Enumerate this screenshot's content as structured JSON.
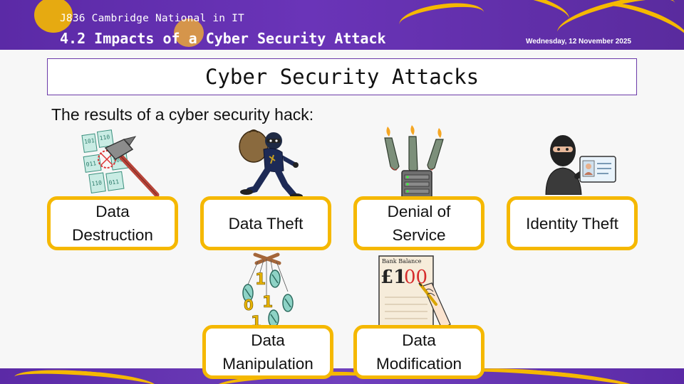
{
  "header": {
    "course": "J836 Cambridge National in IT",
    "topic": "4.2 Impacts of a Cyber Security Attack",
    "date": "Wednesday, 12 November 2025"
  },
  "slide": {
    "title": "Cyber Security Attacks",
    "intro": "The results of a cyber security hack:"
  },
  "cards": [
    {
      "label": "Data Destruction",
      "icon": "hammer-smashing-binary-icon"
    },
    {
      "label": "Data Theft",
      "icon": "burglar-with-sack-icon"
    },
    {
      "label": "Denial of Service",
      "icon": "missiles-hitting-server-icon"
    },
    {
      "label": "Identity Theft",
      "icon": "masked-thief-with-id-card-icon"
    },
    {
      "label": "Data Manipulation",
      "icon": "puppet-binary-digits-icon"
    },
    {
      "label": "Data Modification",
      "icon": "bank-balance-edit-icon"
    }
  ],
  "bank_note": {
    "caption": "Bank Balance",
    "amount_prefix": "£1",
    "amount_edit": "00"
  },
  "colors": {
    "accent": "#f5b800",
    "brand": "#5b2aa6"
  }
}
